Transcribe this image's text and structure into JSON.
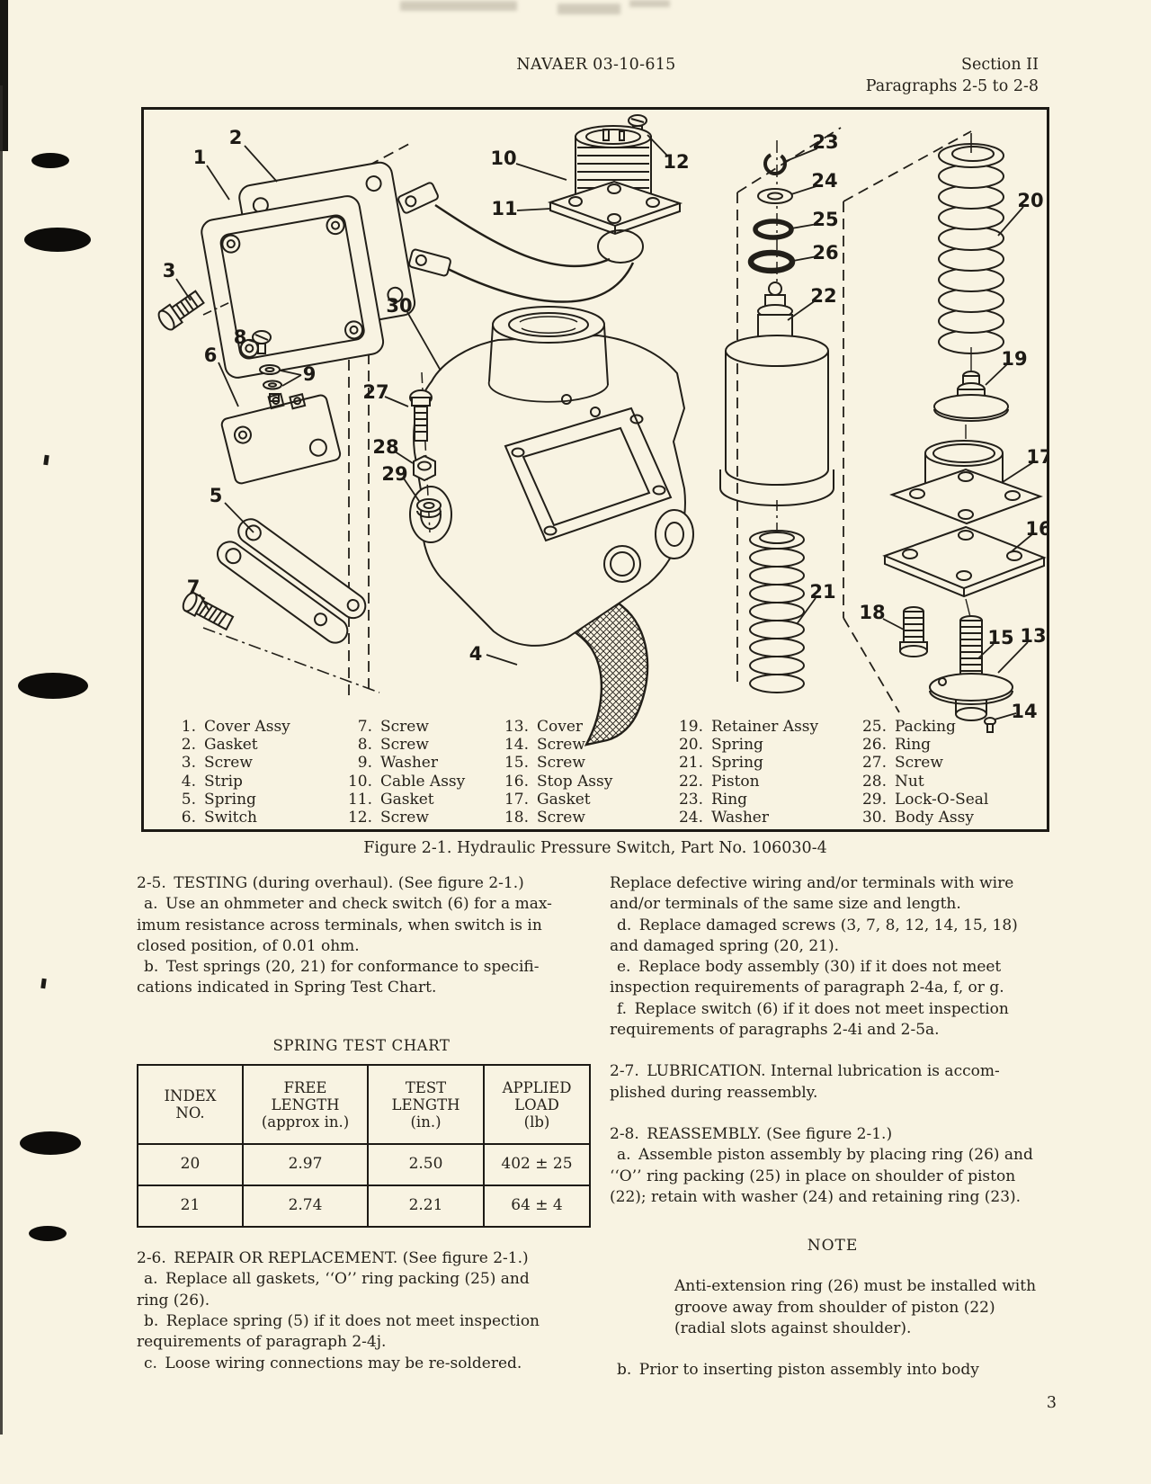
{
  "header": {
    "doc_number": "NAVAER 03-10-615",
    "section": "Section II",
    "paragraph_range": "Paragraphs 2-5 to 2-8"
  },
  "figure": {
    "caption": "Figure 2-1. Hydraulic Pressure Switch, Part No. 106030-4",
    "parts": [
      {
        "no": "1.",
        "name": "Cover Assy"
      },
      {
        "no": "2.",
        "name": "Gasket"
      },
      {
        "no": "3.",
        "name": "Screw"
      },
      {
        "no": "4.",
        "name": "Strip"
      },
      {
        "no": "5.",
        "name": "Spring"
      },
      {
        "no": "6.",
        "name": "Switch"
      },
      {
        "no": "7.",
        "name": "Screw"
      },
      {
        "no": "8.",
        "name": "Screw"
      },
      {
        "no": "9.",
        "name": "Washer"
      },
      {
        "no": "10.",
        "name": "Cable Assy"
      },
      {
        "no": "11.",
        "name": "Gasket"
      },
      {
        "no": "12.",
        "name": "Screw"
      },
      {
        "no": "13.",
        "name": "Cover"
      },
      {
        "no": "14.",
        "name": "Screw"
      },
      {
        "no": "15.",
        "name": "Screw"
      },
      {
        "no": "16.",
        "name": "Stop Assy"
      },
      {
        "no": "17.",
        "name": "Gasket"
      },
      {
        "no": "18.",
        "name": "Screw"
      },
      {
        "no": "19.",
        "name": "Retainer Assy"
      },
      {
        "no": "20.",
        "name": "Spring"
      },
      {
        "no": "21.",
        "name": "Spring"
      },
      {
        "no": "22.",
        "name": "Piston"
      },
      {
        "no": "23.",
        "name": "Ring"
      },
      {
        "no": "24.",
        "name": "Washer"
      },
      {
        "no": "25.",
        "name": "Packing"
      },
      {
        "no": "26.",
        "name": "Ring"
      },
      {
        "no": "27.",
        "name": "Screw"
      },
      {
        "no": "28.",
        "name": "Nut"
      },
      {
        "no": "29.",
        "name": "Lock-O-Seal"
      },
      {
        "no": "30.",
        "name": "Body Assy"
      }
    ],
    "callouts": [
      "1",
      "2",
      "3",
      "4",
      "5",
      "6",
      "7",
      "8",
      "9",
      "10",
      "11",
      "12",
      "13",
      "14",
      "15",
      "16",
      "17",
      "18",
      "19",
      "20",
      "21",
      "22",
      "23",
      "24",
      "25",
      "26",
      "27",
      "28",
      "29",
      "30"
    ]
  },
  "spring_table": {
    "title": "SPRING TEST CHART",
    "headers": [
      "INDEX\nNO.",
      "FREE\nLENGTH\n(approx in.)",
      "TEST\nLENGTH\n(in.)",
      "APPLIED\nLOAD\n(lb)"
    ],
    "rows": [
      [
        "20",
        "2.97",
        "2.50",
        "402 ± 25"
      ],
      [
        "21",
        "2.74",
        "2.21",
        "64 ± 4"
      ]
    ]
  },
  "content": {
    "left": [
      "2-5. TESTING (during overhaul). (See figure 2-1.)",
      "a. Use an ohmmeter and check switch (6) for a max-\nimum resistance across terminals, when switch is in\nclosed position, of 0.01 ohm.",
      "b. Test springs (20, 21) for conformance to specifi-\ncations indicated in Spring Test Chart.",
      "2-6. REPAIR OR REPLACEMENT. (See figure 2-1.)",
      "a. Replace all gaskets, ‘‘O’’ ring packing (25) and\nring (26).",
      "b. Replace spring (5) if it does not meet inspection\nrequirements of paragraph 2-4j.",
      "c. Loose wiring connections may be re-soldered."
    ],
    "right": [
      "Replace defective wiring and/or terminals with wire\nand/or terminals of the same size and length.",
      "d. Replace damaged screws (3, 7, 8, 12, 14, 15, 18)\nand damaged spring (20, 21).",
      "e. Replace body assembly (30) if it does not meet\ninspection requirements of paragraph 2-4a, f, or g.",
      "f. Replace switch (6) if it does not meet inspection\nrequirements of paragraphs 2-4i and 2-5a.",
      "2-7. LUBRICATION. Internal lubrication is accom-\nplished during reassembly.",
      "2-8. REASSEMBLY. (See figure 2-1.)",
      "a. Assemble piston assembly by placing ring (26) and\n‘‘O’’ ring packing (25) in place on shoulder of piston\n(22); retain with washer (24) and retaining ring (23).",
      "b. Prior to inserting piston assembly into body"
    ],
    "note_title": "NOTE",
    "note_body": "Anti-extension ring (26) must be installed with\ngroove away from shoulder of piston (22)\n(radial slots against shoulder)."
  },
  "footer": {
    "page_number": "3"
  }
}
